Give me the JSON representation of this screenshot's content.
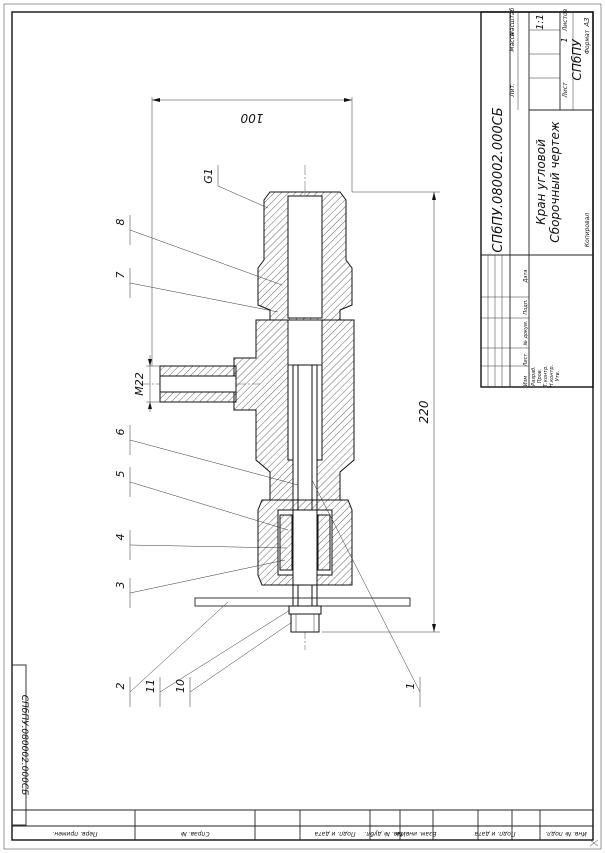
{
  "document": {
    "code": "СПбПУ.080002.000СБ",
    "code_side": "СПбПУ.080002.000СБ",
    "title_line1": "Кран угловой",
    "title_line2": "Сборочный чертеж",
    "org": "СПбПУ",
    "scale": "1:1",
    "sheet": "1",
    "sheets_label": "Листов",
    "sheet_label": "Лист",
    "lit_label": "Лит.",
    "mass_label": "Масса",
    "scale_label": "Масштаб",
    "copied_label": "Копировал",
    "format_label": "Формат",
    "format_value": "А3",
    "sign_headers": [
      "Изм",
      "Лист",
      "№ докум.",
      "Подп.",
      "Дата"
    ],
    "sign_roles": [
      "Разраб.",
      "Пров.",
      "Т.контр.",
      "Н.контр.",
      "Утв."
    ],
    "margin_labels": [
      "Перв. примен.",
      "Справ. №",
      "Подп. и дата",
      "Инв. № дубл.",
      "Взам. инв. №",
      "Подп. и дата",
      "Инв. № подл."
    ]
  },
  "dimensions": {
    "length_top": "100",
    "length_total": "220",
    "thread_top": "G1",
    "thread_side": "M22"
  },
  "callouts": [
    "1",
    "2",
    "3",
    "4",
    "5",
    "6",
    "7",
    "8",
    "10",
    "11"
  ]
}
